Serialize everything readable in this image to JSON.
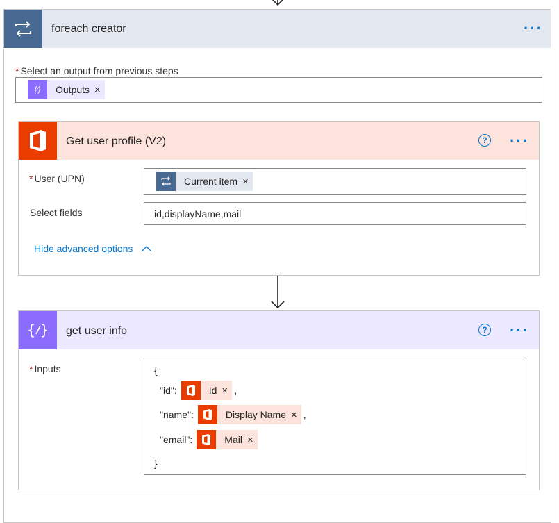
{
  "foreach": {
    "title": "foreach creator",
    "select_label": "Select an output from previous steps",
    "token_outputs": "Outputs",
    "more": "···"
  },
  "profile": {
    "title": "Get user profile (V2)",
    "user_label": "User (UPN)",
    "user_token": "Current item",
    "select_fields_label": "Select fields",
    "select_fields_value": "id,displayName,mail",
    "advanced_link": "Hide advanced options",
    "help": "?",
    "more": "···"
  },
  "compose": {
    "title": "get user info",
    "inputs_label": "Inputs",
    "open_brace": "{",
    "close_brace": "}",
    "lines": [
      {
        "key": "\"id\":",
        "token": "Id",
        "suffix": ","
      },
      {
        "key": "\"name\":",
        "token": "Display Name",
        "suffix": ","
      },
      {
        "key": "\"email\":",
        "token": "Mail",
        "suffix": ""
      }
    ],
    "help": "?",
    "more": "···"
  },
  "common": {
    "required_mark": "*",
    "remove": "×"
  },
  "colors": {
    "foreach_icon": "#486991",
    "foreach_header": "#e3e8f0",
    "office": "#eb3c00",
    "profile_header": "#fce4dc",
    "compose_icon": "#8c6cff",
    "compose_header": "#ece8ff",
    "link": "#0078d4"
  }
}
